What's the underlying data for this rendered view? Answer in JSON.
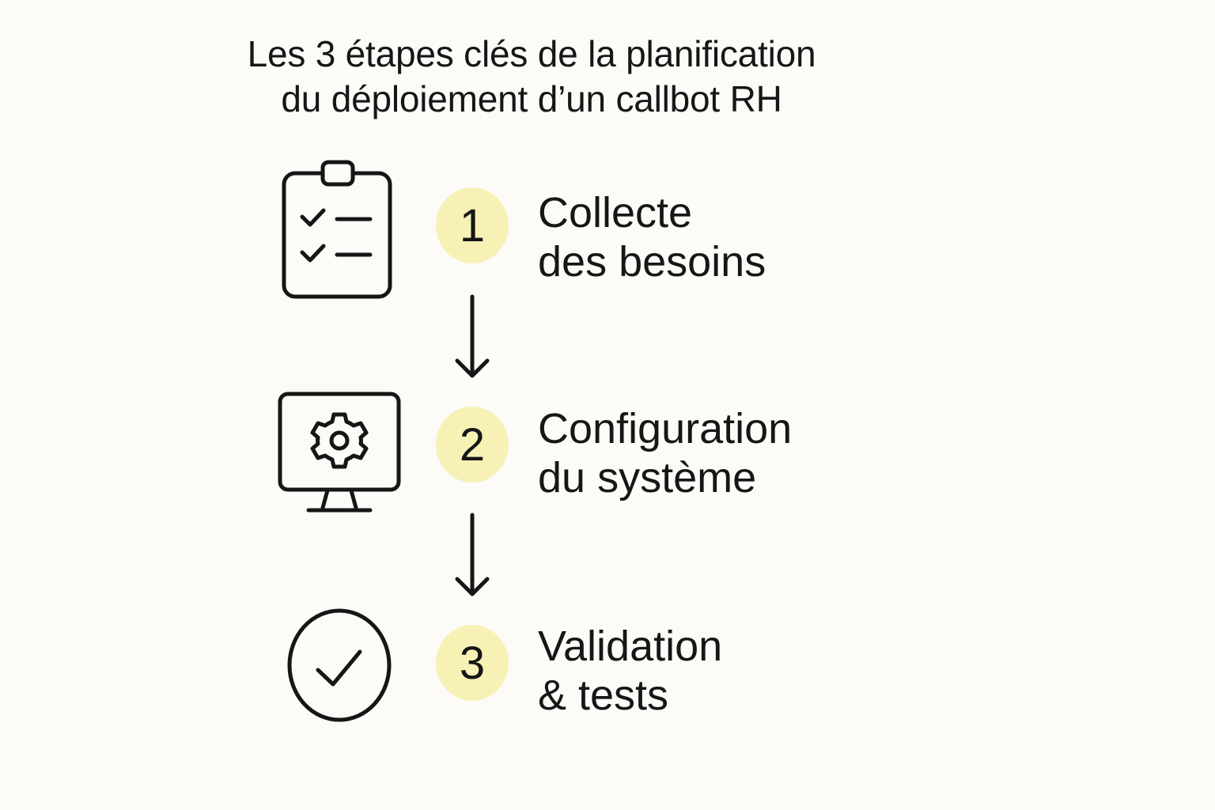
{
  "title": {
    "line1": "Les 3 étapes clés de la planification",
    "line2": "du déploiement d’un callbot RH"
  },
  "steps": [
    {
      "number": "1",
      "label_line1": "Collecte",
      "label_line2": "des besoins",
      "icon": "clipboard-checklist-icon"
    },
    {
      "number": "2",
      "label_line1": "Configuration",
      "label_line2": "du système",
      "icon": "monitor-gear-icon"
    },
    {
      "number": "3",
      "label_line1": "Validation",
      "label_line2": "& tests",
      "icon": "check-circle-icon"
    }
  ],
  "colors": {
    "background": "#fcfbf7",
    "badge": "#f7f1b5",
    "ink": "#161616"
  }
}
